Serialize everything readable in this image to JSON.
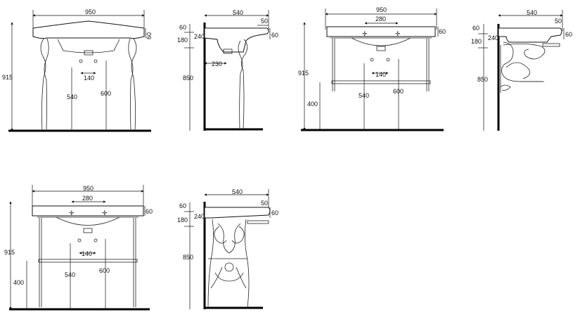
{
  "views": {
    "v1": {
      "width": "950",
      "basin_h": "60",
      "height": "915",
      "dist1": "540",
      "dist2": "600",
      "holes": "140"
    },
    "v2": {
      "depth": "540",
      "top_off": "50",
      "front_h": "60",
      "top_h": "60",
      "top_h2": "240",
      "gap": "180",
      "height": "850",
      "bottom": "230"
    },
    "v3": {
      "width": "950",
      "holes_w": "280",
      "basin_h": "60",
      "height": "915",
      "shelf": "400",
      "dist1": "540",
      "dist2": "600",
      "holes": "140"
    },
    "v4": {
      "depth": "540",
      "top_off": "50",
      "front_h": "60",
      "top_h": "60",
      "top_h2": "240",
      "gap": "180",
      "height": "850"
    },
    "v5": {
      "width": "950",
      "holes_w": "280",
      "basin_h": "60",
      "height": "915",
      "shelf": "400",
      "dist1": "540",
      "dist2": "600",
      "holes": "140"
    },
    "v6": {
      "depth": "540",
      "top_off": "50",
      "front_h": "60",
      "top_h": "60",
      "top_h2": "240",
      "gap": "180",
      "height": "850"
    }
  }
}
